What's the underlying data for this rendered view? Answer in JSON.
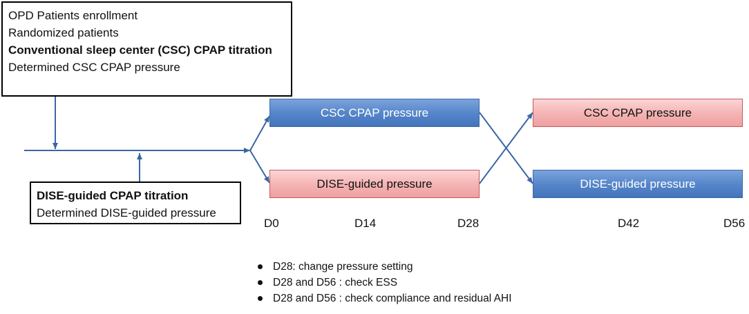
{
  "enrollment_box": {
    "lines": [
      "OPD Patients enrollment",
      "Randomized patients",
      "Conventional sleep center (CSC) CPAP titration",
      "Determined CSC CPAP pressure"
    ]
  },
  "dise_box": {
    "lines": [
      "DISE-guided CPAP titration",
      "Determined DISE-guided pressure"
    ]
  },
  "period1": {
    "top_arm": "CSC CPAP pressure",
    "bottom_arm": "DISE-guided pressure"
  },
  "period2": {
    "top_arm": "CSC CPAP pressure",
    "bottom_arm": "DISE-guided pressure"
  },
  "timeline": [
    "D0",
    "D14",
    "D28",
    "D42",
    "D56"
  ],
  "notes": [
    "D28: change pressure setting",
    "D28 and D56 : check ESS",
    "D28 and D56 : check compliance and residual AHI"
  ],
  "colors": {
    "csc_arm": "#5484c9",
    "dise_arm": "#f4b2b2",
    "connector": "#3a66a3",
    "outline": "#000000"
  }
}
